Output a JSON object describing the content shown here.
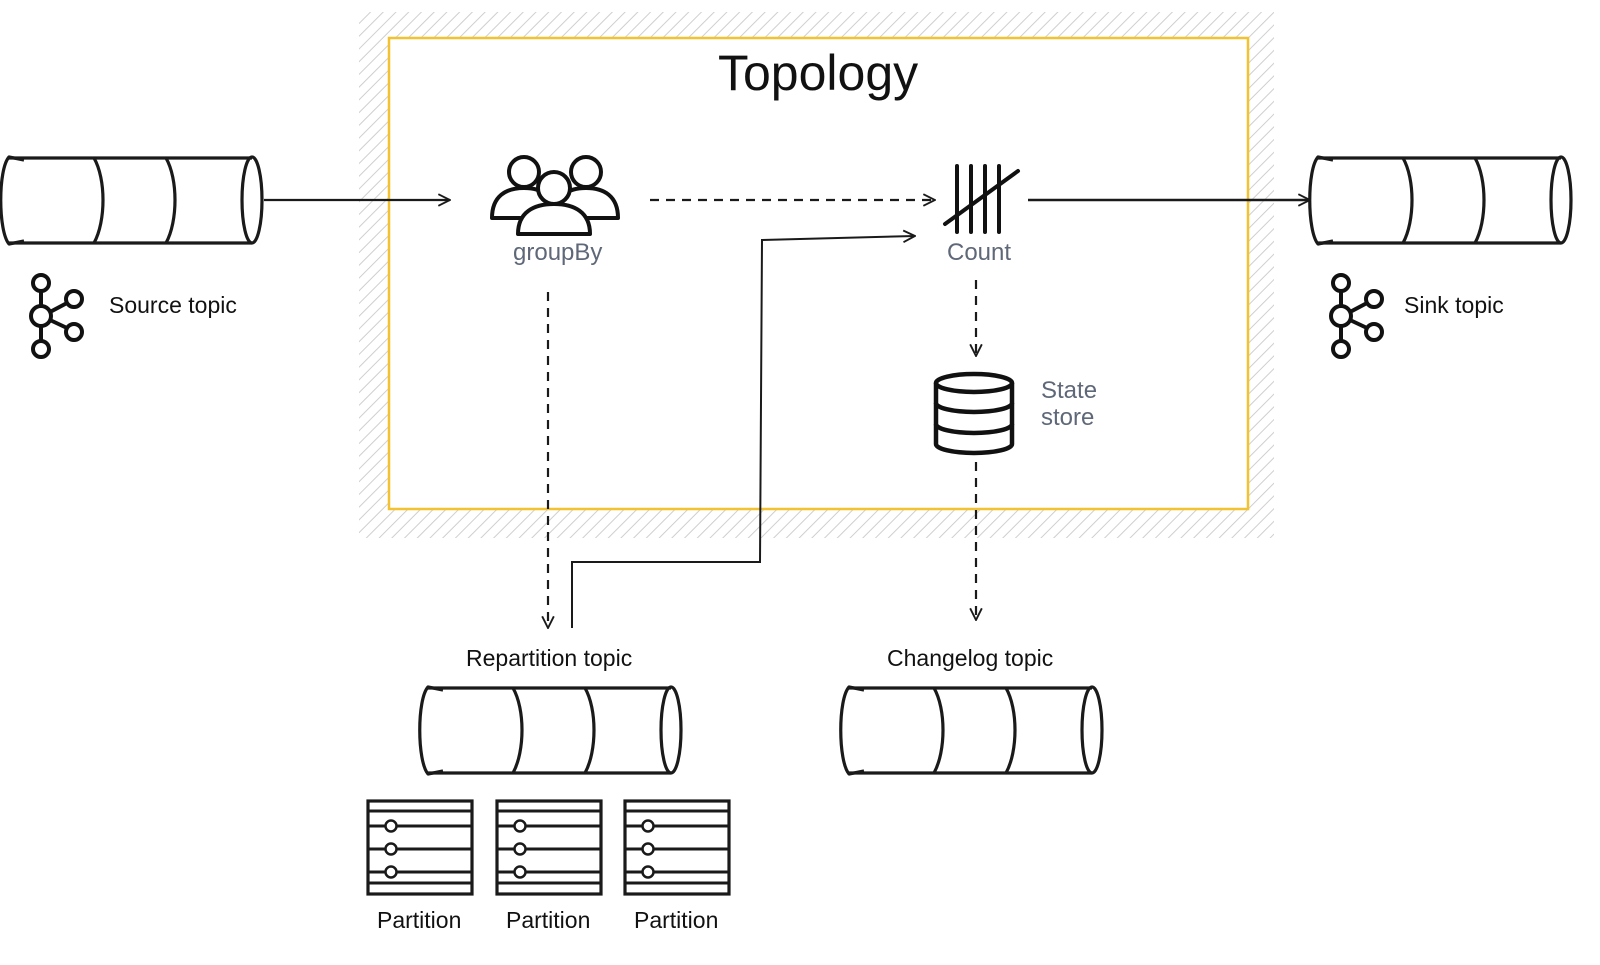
{
  "title": "Topology",
  "nodes": {
    "source_topic": {
      "label": "Source topic",
      "icon": "kafka-icon"
    },
    "sink_topic": {
      "label": "Sink topic",
      "icon": "kafka-icon"
    },
    "group_by": {
      "label": "groupBy",
      "icon": "users-group-icon"
    },
    "count": {
      "label": "Count",
      "icon": "tally-icon"
    },
    "state_store": {
      "label_line1": "State",
      "label_line2": "store",
      "icon": "database-icon"
    },
    "repartition_topic": {
      "label": "Repartition topic"
    },
    "changelog_topic": {
      "label": "Changelog topic"
    },
    "partitions": [
      {
        "label": "Partition"
      },
      {
        "label": "Partition"
      },
      {
        "label": "Partition"
      }
    ]
  },
  "colors": {
    "topology_border": "#f2c230",
    "hatch": "#cfcfcf",
    "stroke": "#1a1a1a",
    "muted_text": "#5f6878"
  }
}
